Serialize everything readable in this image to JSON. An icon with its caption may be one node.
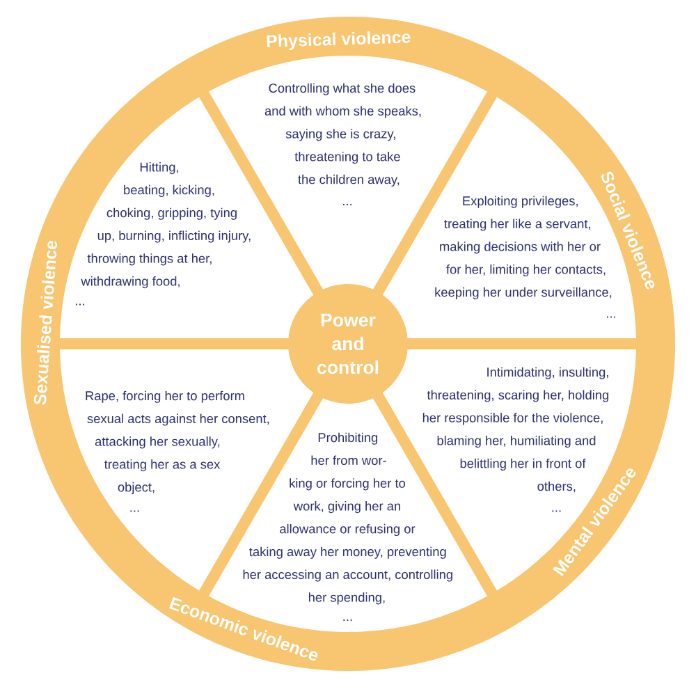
{
  "diagram": {
    "nodes": [
      {
        "text": [
          "Physical violence",
          "Social violence",
          "Mental violence",
          "Economic violence",
          "Sexualised violence"
        ]
      },
      {
        "text": [
          "Controlling what she does and with whom she speaks, saying she is crazy, threatening to take the children away,",
          "..."
        ],
        "in": 0
      },
      {
        "text": [
          "Hitting, beating, kicking, choking, gripping, tying up, burning, inflicting injury, throwing things at her, withdrawing food,",
          "..."
        ],
        "in": 0
      },
      {
        "text": [
          "Exploiting privileges, treating her like a servant, making decisions with her or for her, limiting her contacts, keeping her under surveillance,",
          "..."
        ],
        "in": 0
      },
      {
        "text": [
          "Power and control"
        ],
        "in": 0
      },
      {
        "text": [
          "Rape, forcing her to perform sexual acts against her consent, attacking her sexually, treating her as a sex object,",
          "..."
        ],
        "in": 0
      },
      {
        "text": [
          "Intimidating, insulting, threatening, scaring her, holding her responsible for the violence, blaming her, humiliating and belittling her in front of others,",
          "..."
        ],
        "in": 0
      },
      {
        "text": [
          "Prohibiting her from wor- king or forcing her to work, giving her an allowance or refusing or taking away her money, preventing her accessing an account, controlling her spending,",
          "..."
        ],
        "in": 0
      }
    ]
  }
}
